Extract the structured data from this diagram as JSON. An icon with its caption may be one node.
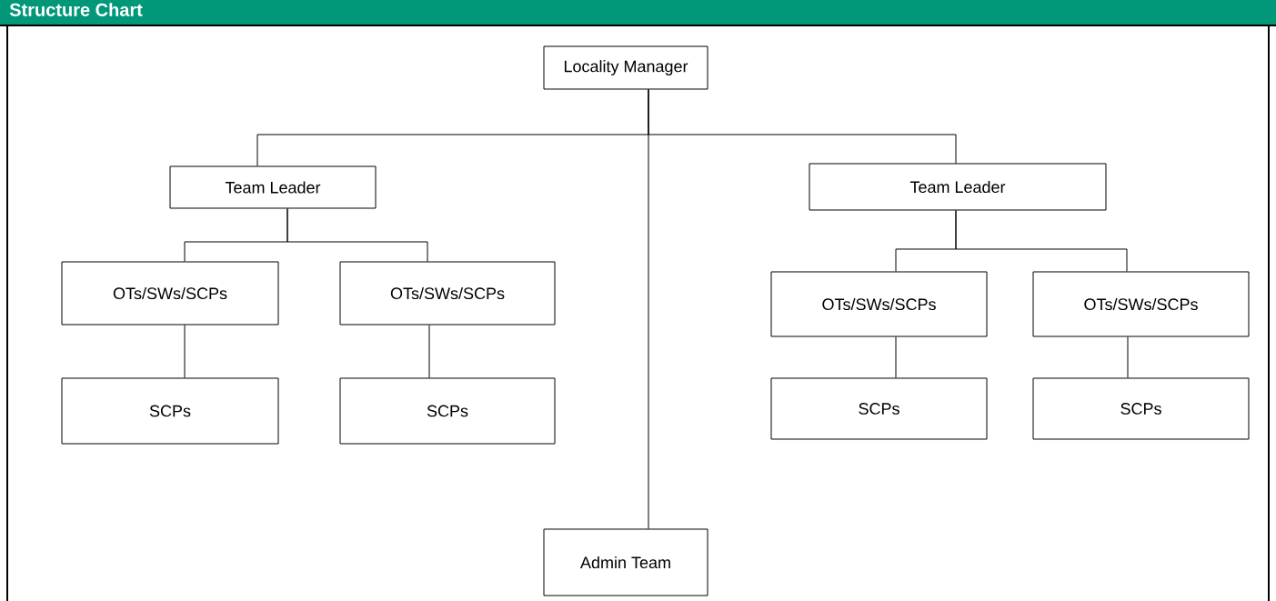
{
  "diagram": {
    "title": "Structure Chart",
    "nodes": [
      {
        "text": [
          "Locality Manager"
        ]
      },
      {
        "text": [
          "Team Leader"
        ]
      },
      {
        "text": [
          "Team Leader"
        ]
      },
      {
        "text": [
          "OTs/SWs/SCPs"
        ]
      },
      {
        "text": [
          "OTs/SWs/SCPs"
        ]
      },
      {
        "text": [
          "OTs/SWs/SCPs"
        ]
      },
      {
        "text": [
          "OTs/SWs/SCPs"
        ]
      },
      {
        "text": [
          "SCPs"
        ]
      },
      {
        "text": [
          "SCPs"
        ]
      },
      {
        "text": [
          "SCPs"
        ]
      },
      {
        "text": [
          "SCPs"
        ]
      },
      {
        "text": [
          "Admin Team"
        ]
      }
    ],
    "edges": [
      {
        "from": 0,
        "to": 1,
        "arrow": "none"
      },
      {
        "from": 0,
        "to": 2,
        "arrow": "none"
      },
      {
        "from": 0,
        "to": 11,
        "arrow": "none"
      },
      {
        "from": 1,
        "to": 3,
        "arrow": "none"
      },
      {
        "from": 1,
        "to": 4,
        "arrow": "none"
      },
      {
        "from": 2,
        "to": 5,
        "arrow": "none"
      },
      {
        "from": 2,
        "to": 6,
        "arrow": "none"
      },
      {
        "from": 3,
        "to": 7,
        "arrow": "none"
      },
      {
        "from": 4,
        "to": 8,
        "arrow": "none"
      },
      {
        "from": 5,
        "to": 9,
        "arrow": "none"
      },
      {
        "from": 6,
        "to": 10,
        "arrow": "none"
      }
    ]
  }
}
